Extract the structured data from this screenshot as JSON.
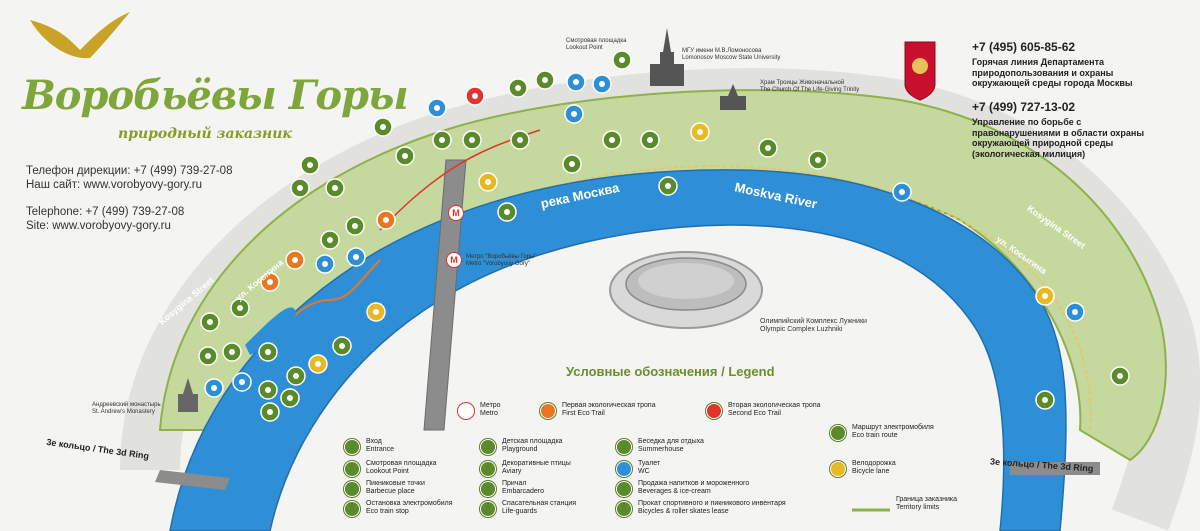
{
  "header": {
    "title": "Воробьёвы Горы",
    "subtitle": "природный заказник",
    "phone_ru": "Телефон дирекции: +7 (499) 739-27-08",
    "site_ru": "Наш сайт: www.vorobyovy-gory.ru",
    "phone_en": "Telephone: +7 (499) 739-27-08",
    "site_en": "Site: www.vorobyovy-gory.ru"
  },
  "hotlines": [
    {
      "phone": "+7 (495) 605-85-62",
      "text": "Горячая линия Департамента природопользования и охраны окружающей среды города Москвы"
    },
    {
      "phone": "+7 (499) 727-13-02",
      "text": "Управление по борьбе с правонарушениями в области охраны окружающей природной среды (экологическая милиция)"
    }
  ],
  "map_labels": {
    "river_ru": "река Москва",
    "river_en": "Moskva River",
    "street_left_ru": "ул. Косыгина",
    "street_left_en": "Kosygina Street",
    "street_right_ru": "ул. Косыгина",
    "street_right_en": "Kosygina Street",
    "lookout_ru": "Смотровая площадка",
    "lookout_en": "Lookout Point",
    "msu_ru": "МГУ имени М.В.Ломоносова",
    "msu_en": "Lomonosov Moscow State University",
    "church_ru": "Храм Троицы Живоначальной",
    "church_en": "The Church Of The Life-Giving Trinity",
    "metro_ru": "Метро \"Воробьёвы Горы\"",
    "metro_en": "Metro \"Vorobyovy Gory\"",
    "luzhniki_ru": "Олимпийский Комплекс Лужники",
    "luzhniki_en": "Olympic Complex Luzhniki",
    "monastery_ru": "Андреевский монастырь",
    "monastery_en": "St. Andrew's Monastery",
    "ring_left": "3е кольцо / The 3d Ring",
    "ring_right": "3е кольцо / The 3d Ring"
  },
  "legend": {
    "title": "Условные обозначения / Legend",
    "items": [
      {
        "ru": "Метро",
        "en": "Metro",
        "icon": "metro-icon"
      },
      {
        "ru": "Первая экологическая тропа",
        "en": "First Eco Trail",
        "icon": "trail-1-icon"
      },
      {
        "ru": "Вторая экологическая тропа",
        "en": "Second Eco Trail",
        "icon": "trail-2-icon"
      },
      {
        "ru": "Маршрут электромобиля",
        "en": "Eco train route",
        "icon": "eco-train-route-icon"
      },
      {
        "ru": "Вход",
        "en": "Entrance",
        "icon": "entrance-icon"
      },
      {
        "ru": "Смотровая площадка",
        "en": "Lookout Point",
        "icon": "lookout-icon"
      },
      {
        "ru": "Пикниковые точки",
        "en": "Barbecue place",
        "icon": "barbecue-icon"
      },
      {
        "ru": "Остановка электромобиля",
        "en": "Eco train stop",
        "icon": "train-stop-icon"
      },
      {
        "ru": "Детская площадка",
        "en": "Playground",
        "icon": "playground-icon"
      },
      {
        "ru": "Декоративные птицы",
        "en": "Aviary",
        "icon": "aviary-icon"
      },
      {
        "ru": "Причал",
        "en": "Embarcadero",
        "icon": "pier-icon"
      },
      {
        "ru": "Спасательная станция",
        "en": "Life-guards",
        "icon": "lifeguard-icon"
      },
      {
        "ru": "Беседка для отдыха",
        "en": "Summerhouse",
        "icon": "summerhouse-icon"
      },
      {
        "ru": "Туалет",
        "en": "WC",
        "icon": "wc-icon"
      },
      {
        "ru": "Продажа напитков и мороженного",
        "en": "Beverages & ice-cream",
        "icon": "beverages-icon"
      },
      {
        "ru": "Прокат спортивного и пикникового инвентаря",
        "en": "Bicycles & roller skates lease",
        "icon": "rental-icon"
      },
      {
        "ru": "Велодорожка",
        "en": "Bicycle lane",
        "icon": "bicycle-icon"
      },
      {
        "ru": "Граница заказника",
        "en": "Territory limits",
        "icon": "territory-limit-icon"
      }
    ]
  },
  "colors": {
    "park": "#c3d69b",
    "park_dark": "#9bbb59",
    "river": "#2f8fd6",
    "river_edge": "#1f6fae",
    "green_icon": "#5a8a2a",
    "orange_icon": "#e87722",
    "blue_icon": "#2f8fd6",
    "yellow_icon": "#e8b923",
    "red_icon": "#e0342c"
  }
}
